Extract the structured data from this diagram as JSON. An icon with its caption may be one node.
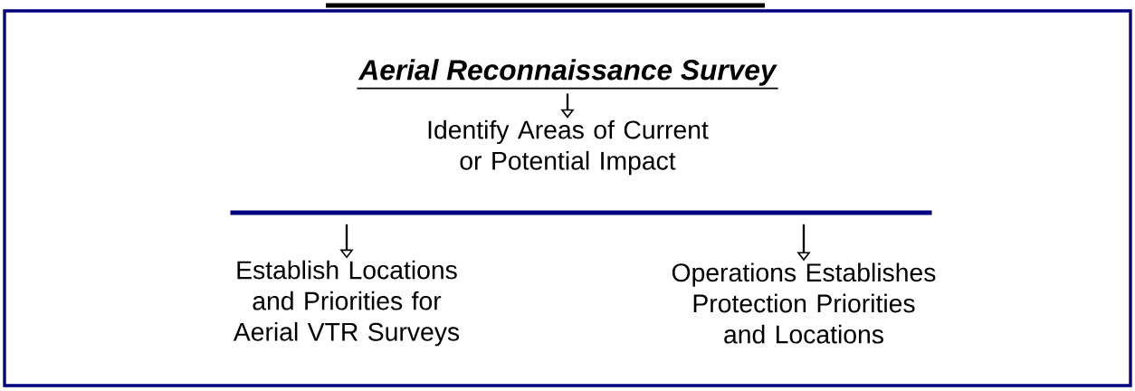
{
  "diagram": {
    "nodes": [
      {
        "text": [
          "Aerial Reconnaissance Survey"
        ]
      },
      {
        "text": [
          "Identify Areas of Current or Potential Impact"
        ]
      },
      {
        "text": [],
        "shape": "bar"
      },
      {
        "text": [
          "Establish Locations and Priorities for Aerial VTR Surveys"
        ]
      },
      {
        "text": [
          "Operations Establishes Protection Priorities and Locations"
        ]
      }
    ],
    "edges": [
      {
        "from": 0,
        "to": 1,
        "arrow": "to"
      },
      {
        "from": 2,
        "to": 3,
        "arrow": "to"
      },
      {
        "from": 2,
        "to": 4,
        "arrow": "to"
      }
    ]
  }
}
